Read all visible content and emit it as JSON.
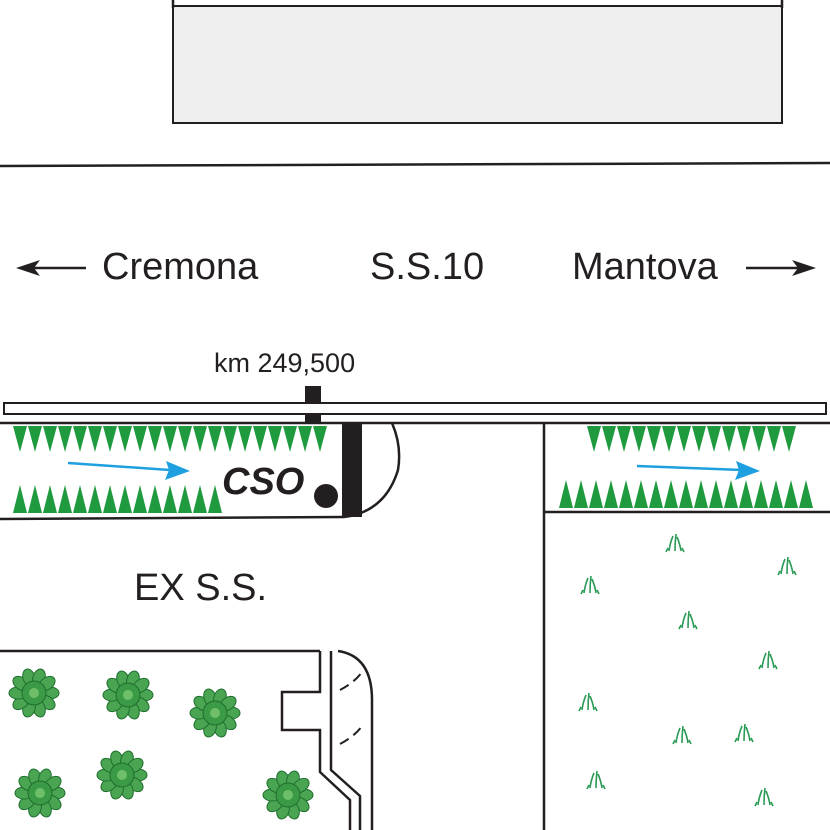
{
  "labels": {
    "road_name": "S.S.10",
    "west_destination": "Cremona",
    "east_destination": "Mantova",
    "kilometer_marker": "km 249,500",
    "overflow_label": "CSO",
    "old_road": "EX S.S."
  },
  "colors": {
    "stroke": "#231f20",
    "building_fill": "#efefef",
    "vegetation": "#1f9a3f",
    "grass": "#2a9a55",
    "shrub": "#3a9a46",
    "flow_arrow": "#1ea0e0"
  },
  "icons": {
    "direction_arrows": "arrow-icon",
    "flow_arrows": "flow-arrow-icon",
    "vegetation": "reed-icon",
    "grass": "grass-tuft-icon",
    "shrubs": "shrub-icon",
    "outlet": "outlet-dot-icon"
  }
}
